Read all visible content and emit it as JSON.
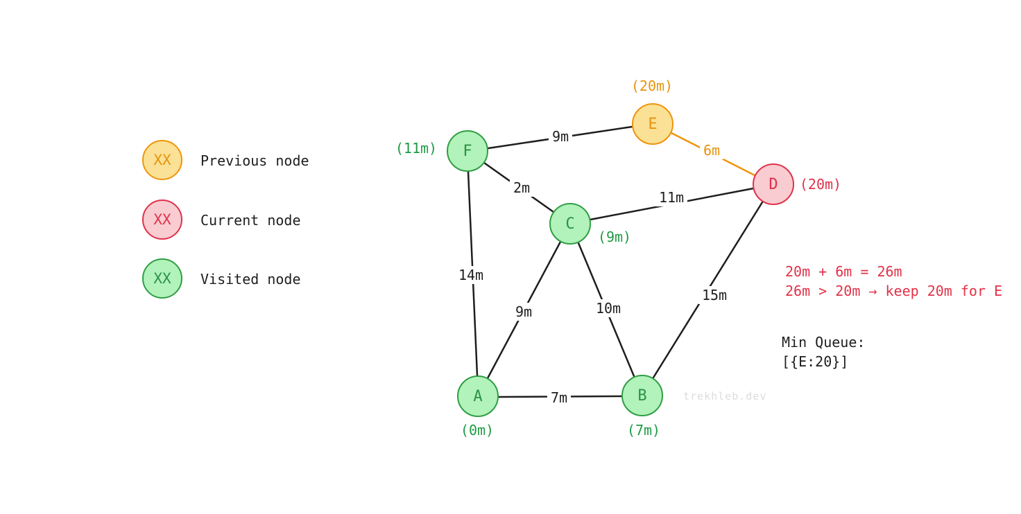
{
  "legend": {
    "items": [
      {
        "symbol": "XX",
        "label": "Previous node",
        "state": "previous"
      },
      {
        "symbol": "XX",
        "label": "Current node",
        "state": "current"
      },
      {
        "symbol": "XX",
        "label": "Visited node",
        "state": "visited"
      }
    ]
  },
  "graph": {
    "nodes": [
      {
        "id": "A",
        "distance": "(0m)",
        "state": "visited"
      },
      {
        "id": "B",
        "distance": "(7m)",
        "state": "visited"
      },
      {
        "id": "C",
        "distance": "(9m)",
        "state": "visited"
      },
      {
        "id": "D",
        "distance": "(20m)",
        "state": "current"
      },
      {
        "id": "E",
        "distance": "(20m)",
        "state": "previous"
      },
      {
        "id": "F",
        "distance": "(11m)",
        "state": "visited"
      }
    ],
    "edges": [
      {
        "from": "A",
        "to": "B",
        "weight": "7m",
        "highlighted": false
      },
      {
        "from": "A",
        "to": "C",
        "weight": "9m",
        "highlighted": false
      },
      {
        "from": "A",
        "to": "F",
        "weight": "14m",
        "highlighted": false
      },
      {
        "from": "B",
        "to": "C",
        "weight": "10m",
        "highlighted": false
      },
      {
        "from": "B",
        "to": "D",
        "weight": "15m",
        "highlighted": false
      },
      {
        "from": "C",
        "to": "D",
        "weight": "11m",
        "highlighted": false
      },
      {
        "from": "C",
        "to": "F",
        "weight": "2m",
        "highlighted": false
      },
      {
        "from": "D",
        "to": "E",
        "weight": "6m",
        "highlighted": true
      },
      {
        "from": "E",
        "to": "F",
        "weight": "9m",
        "highlighted": false
      }
    ]
  },
  "annotations": {
    "calculation_line1": "20m + 6m = 26m",
    "calculation_line2": "26m > 20m → keep 20m for E",
    "min_queue_label": "Min Queue:",
    "min_queue_value": "[{E:20}]"
  },
  "watermark": "trekhleb.dev",
  "colors": {
    "previous_fill": "#fae196",
    "previous_stroke": "#f0940c",
    "current_fill": "#f8ccd1",
    "current_stroke": "#e0314b",
    "visited_fill": "#b2f2bb",
    "visited_stroke": "#2f9e44",
    "edge": "#1e1e1e",
    "highlighted_edge": "#f0940c",
    "annotation_red": "#e23148",
    "text": "#1e1e1e",
    "watermark": "#dcdcdc"
  }
}
